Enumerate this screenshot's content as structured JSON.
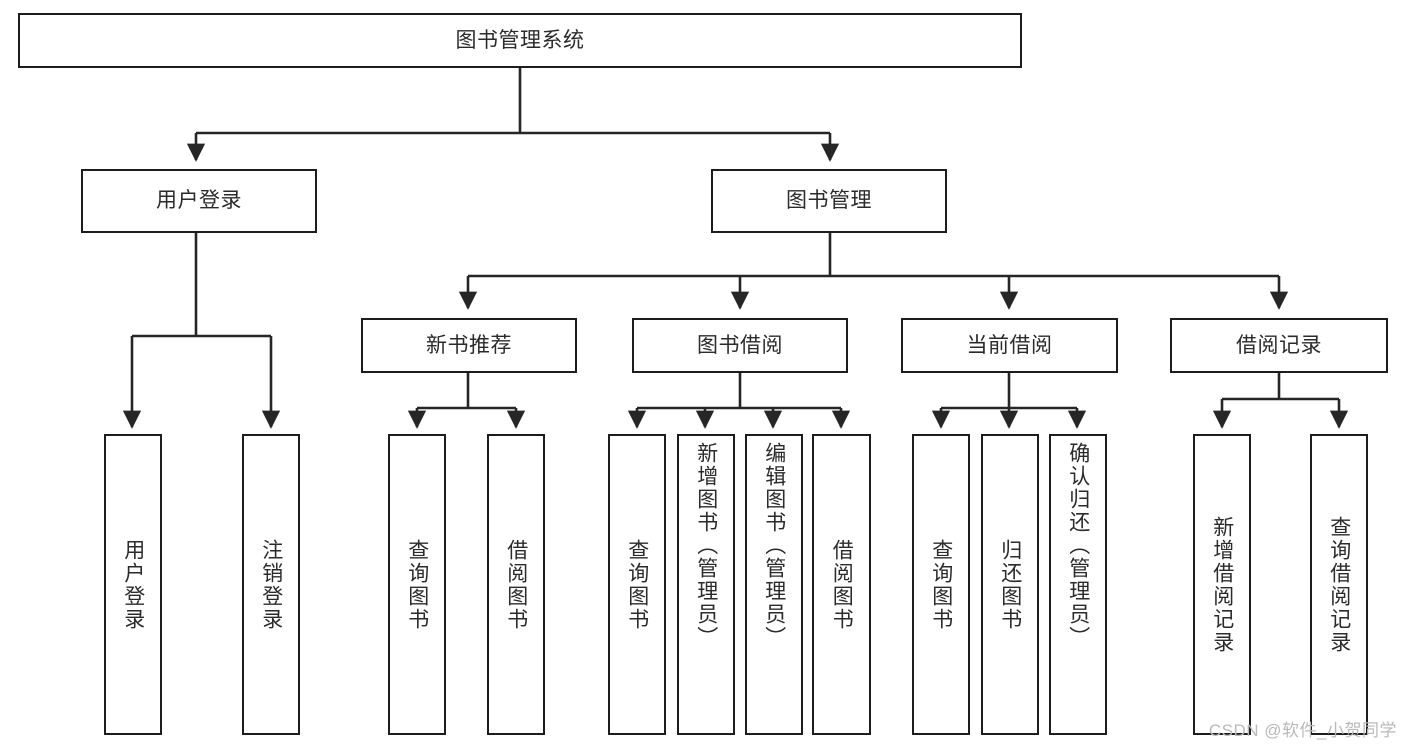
{
  "diagram": {
    "type": "tree",
    "title": "图书管理系统",
    "watermark": "CSDN @软件_小贺同学",
    "root": {
      "label": "图书管理系统"
    },
    "level2": [
      {
        "label": "用户登录"
      },
      {
        "label": "图书管理"
      }
    ],
    "level3": [
      {
        "label": "新书推荐"
      },
      {
        "label": "图书借阅"
      },
      {
        "label": "当前借阅"
      },
      {
        "label": "借阅记录"
      }
    ],
    "leaves": {
      "user_login": [
        {
          "label": "用户登录"
        },
        {
          "label": "注销登录"
        }
      ],
      "new_book": [
        {
          "label": "查询图书"
        },
        {
          "label": "借阅图书"
        }
      ],
      "borrow_book": [
        {
          "label": "查询图书"
        },
        {
          "label": "新增图书（管理员）"
        },
        {
          "label": "编辑图书（管理员）"
        },
        {
          "label": "借阅图书"
        }
      ],
      "current_borrow": [
        {
          "label": "查询图书"
        },
        {
          "label": "归还图书"
        },
        {
          "label": "确认归还（管理员）"
        }
      ],
      "borrow_record": [
        {
          "label": "新增借阅记录"
        },
        {
          "label": "查询借阅记录"
        }
      ]
    },
    "colors": {
      "stroke": "#1d1d1d",
      "text": "#2b2b2b",
      "background": "#ffffff",
      "watermark": "#b9b9b9"
    }
  }
}
